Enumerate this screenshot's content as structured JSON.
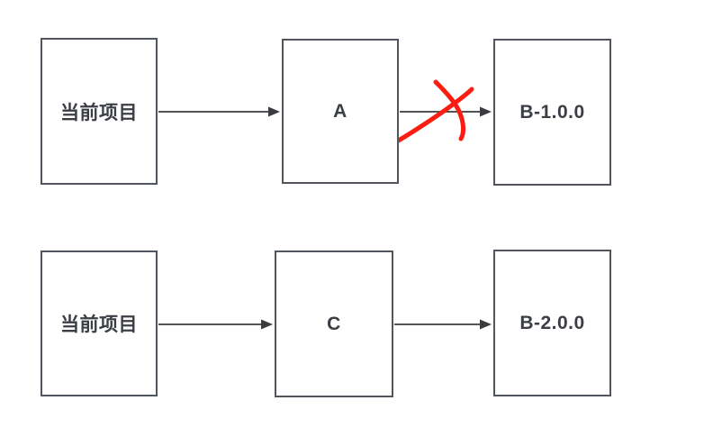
{
  "diagram": {
    "nodes": {
      "current_top": "当前项目",
      "a": "A",
      "b1": "B-1.0.0",
      "current_bottom": "当前项目",
      "c": "C",
      "b2": "B-2.0.0"
    },
    "colors": {
      "box_border": "#51555d",
      "label_text": "#3b3e44",
      "arrow": "#3b3b40",
      "cross_red": "#fb1d12",
      "background": "#ffffff"
    }
  }
}
